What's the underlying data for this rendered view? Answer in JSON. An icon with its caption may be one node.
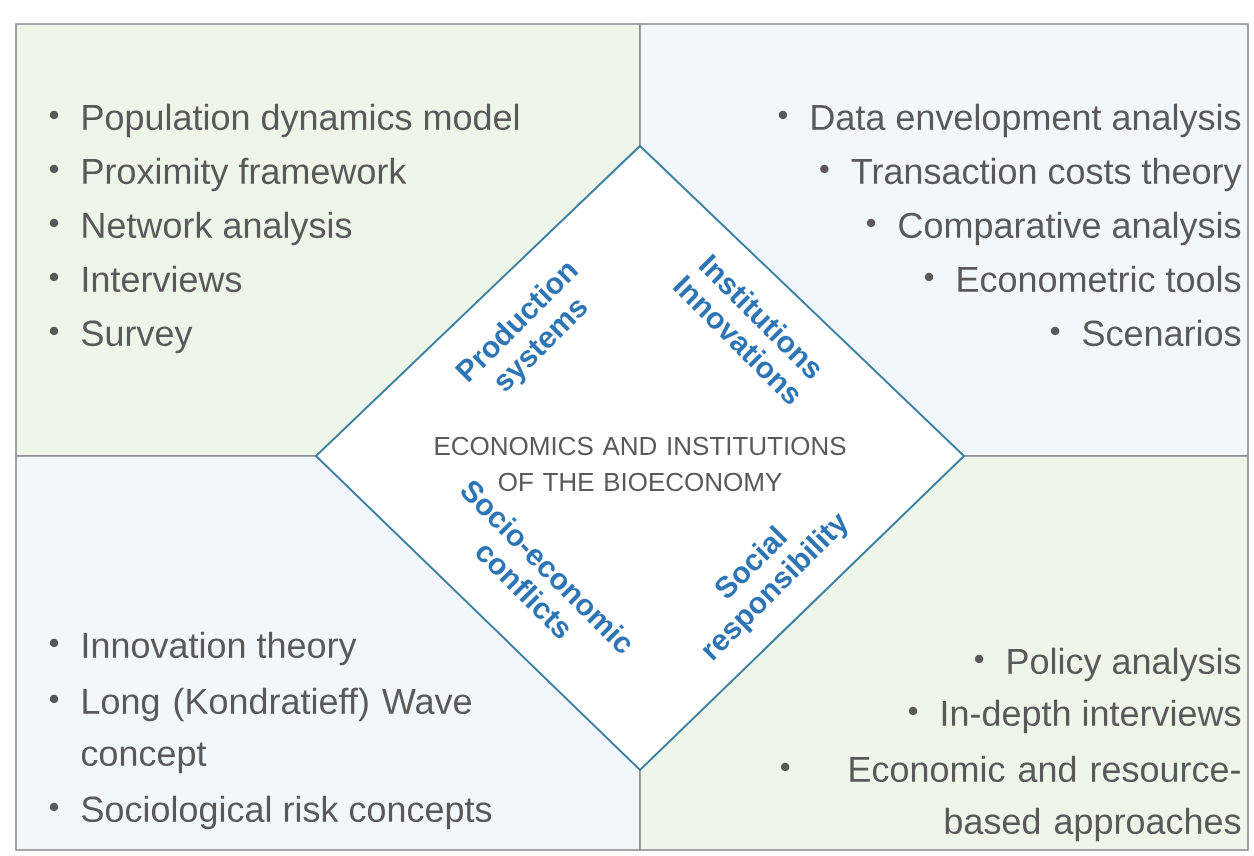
{
  "diagram": {
    "nodes": [
      {
        "text": [
          "Population dynamics model",
          "Proximity framework",
          "Network analysis",
          "Interviews",
          "Survey"
        ]
      },
      {
        "text": [
          "Data envelopment analysis",
          "Transaction costs theory",
          "Comparative analysis",
          "Econometric tools",
          "Scenarios"
        ]
      },
      {
        "text": [
          "ECONOMICS AND INSTITUTIONS OF THE BIOECONOMY",
          "Production systems",
          "Institutions Innovations",
          "Socio-economic conflicts",
          "Social responsibility"
        ]
      },
      {
        "text": [
          "Innovation theory",
          "Long (Kondratieff) Wave concept",
          "Sociological risk concepts"
        ]
      },
      {
        "text": [
          "Policy analysis",
          "In-depth interviews",
          "Economic and resource-based approaches"
        ]
      }
    ]
  }
}
